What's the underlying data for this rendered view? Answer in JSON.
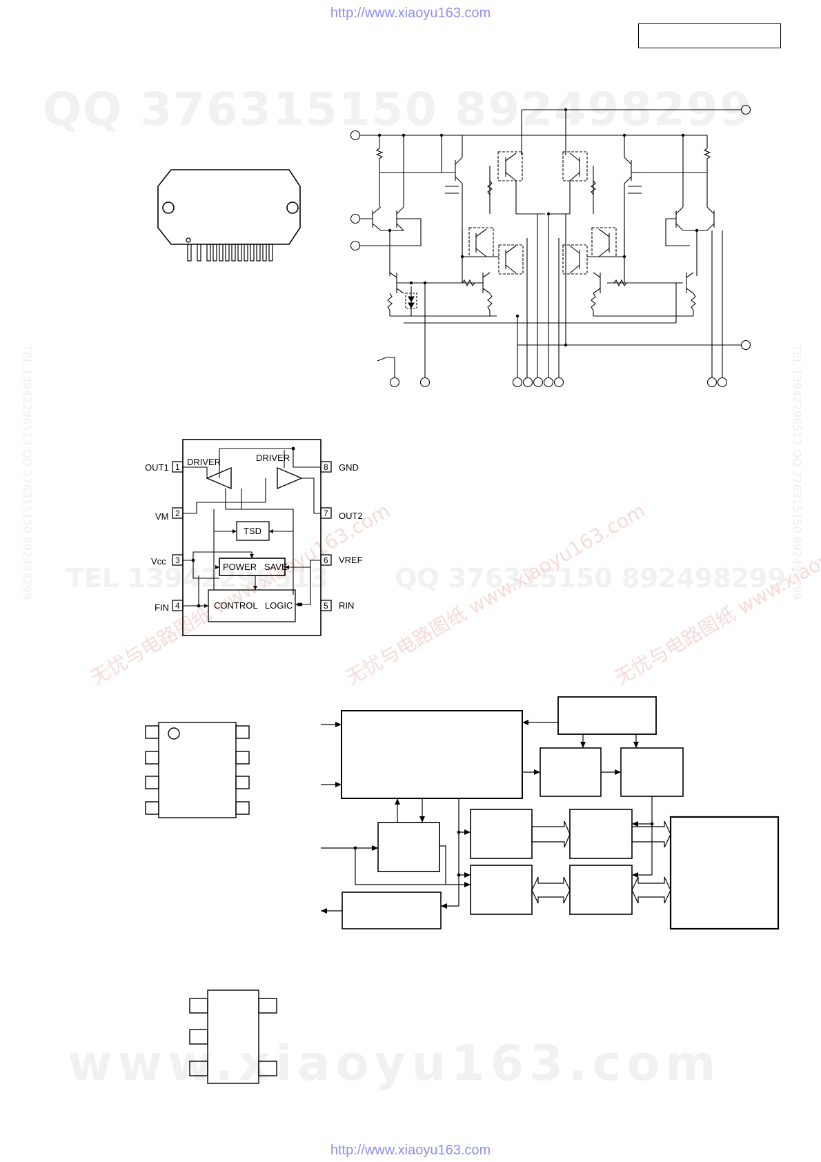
{
  "header": {
    "url_top": "http://www.xiaoyu163.com",
    "url_bottom": "http://www.xiaoyu163.com"
  },
  "watermarks": {
    "qq": "QQ 376315150   892498299",
    "tel_left": "TEL 13942296513",
    "tel_right": "QQ 376315150  892498299",
    "bottom": "www.xiaoyu163.com",
    "pink": "无忧与电路图纸 www.xiaoyu163.com",
    "side": "TEL 13942296513  QQ 376315150  892498299"
  },
  "driver_ic": {
    "driver_label_left": "DRIVER",
    "driver_label_right": "DRIVER",
    "tsd": "TSD",
    "power_save": "POWER   SAVE",
    "control_logic": "CONTROL   LOGIC",
    "pins_left": [
      {
        "num": "1",
        "name": "OUT1"
      },
      {
        "num": "2",
        "name": "VM"
      },
      {
        "num": "3",
        "name": "Vcc"
      },
      {
        "num": "4",
        "name": "FIN"
      }
    ],
    "pins_right": [
      {
        "num": "8",
        "name": "GND"
      },
      {
        "num": "7",
        "name": "OUT2"
      },
      {
        "num": "6",
        "name": "VREF"
      },
      {
        "num": "5",
        "name": "RIN"
      }
    ]
  },
  "colors": {
    "url": "#8f8fe8",
    "line": "#000000",
    "watermark_gray": "#f1f1f1",
    "watermark_pink": "#f6dada"
  }
}
